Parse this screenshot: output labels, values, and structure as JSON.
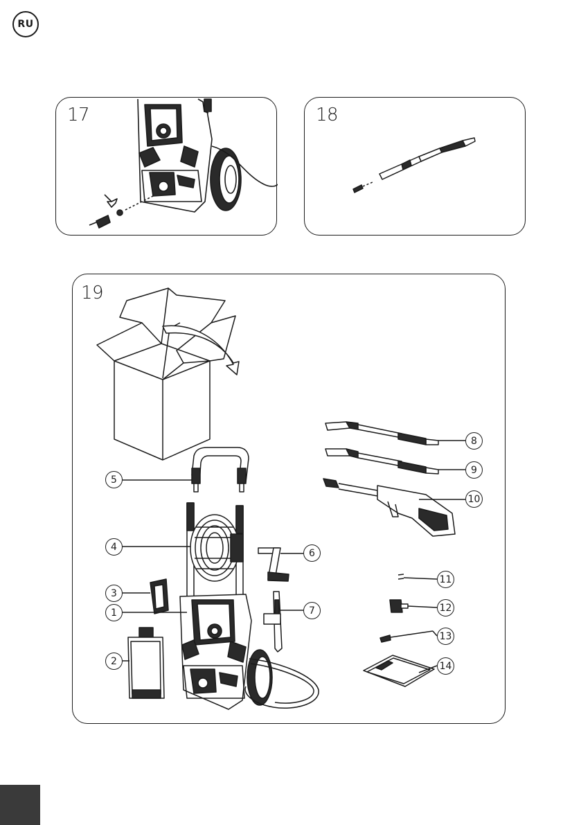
{
  "header": {
    "language_badge": "RU"
  },
  "figures": [
    {
      "number": "17"
    },
    {
      "number": "18"
    },
    {
      "number": "19"
    }
  ],
  "figure19_callouts": [
    "1",
    "2",
    "3",
    "4",
    "5",
    "6",
    "7",
    "8",
    "9",
    "10",
    "11",
    "12",
    "13",
    "14"
  ],
  "colors": {
    "ink": "#1a1a1a",
    "page_tab": "#3a3a3a",
    "background": "#ffffff"
  },
  "icons": [
    "box-icon",
    "pressure-washer-icon",
    "spray-lance-icon",
    "trigger-gun-icon",
    "detergent-bottle-icon",
    "hose-reel-handle-icon",
    "handle-icon",
    "connector-icon",
    "manual-icon"
  ]
}
